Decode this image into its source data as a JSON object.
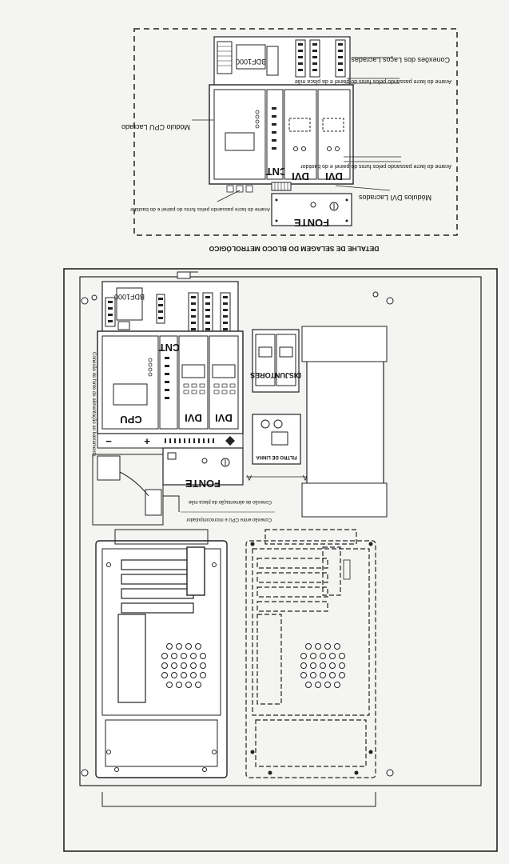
{
  "top_detail": {
    "title": "DETALHE DE SELAGEM DO BLOCO METROLÓGICO",
    "board_label": "BDF1000",
    "cnt_label": "CNT",
    "dvi_label": "DVI",
    "fonte_label": "FONTE",
    "callouts": {
      "conexoes": "Conexões dos Laços Lacradas",
      "arame_placa": "Arame do lacre passando pelos furos do painel e da placa mãe",
      "arame_bastidor": "Arame do lacre passando pelos furos do painel e do bastidor",
      "modulos_dvi": "Módulos DVI Lacrados",
      "modulo_cpu": "Módulo CPU Lacrado",
      "arame_bastidor_2": "Arame do lacre passando pelos furos do painel e do bastidor"
    }
  },
  "main_panel": {
    "top_label": "BDF1000",
    "cpu_label": "CPU",
    "cnt_label": "CNT",
    "dvi_label": "DVI",
    "fonte_label": "FONTE",
    "disjuntores_label": "DISJUNTORES",
    "filtro_label": "FILTRO DE LINHA",
    "polarity_minus": "−",
    "polarity_plus": "+",
    "marker_a": "A",
    "side_note": "Conexão de fonte de alimentação ao barramento",
    "bottom_note_1": "Conexão de alimentação da placa mãe",
    "bottom_note_2": "Conexão entre CPU e microcomputador"
  }
}
